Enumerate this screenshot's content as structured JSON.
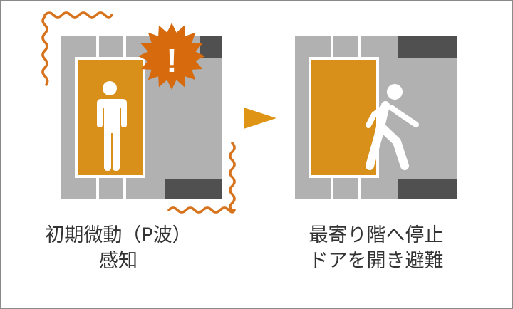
{
  "left_caption": {
    "line1": "初期微動（P波）",
    "line2": "感知"
  },
  "right_caption": {
    "line1": "最寄り階へ停止",
    "line2": "ドアを開き避難"
  },
  "alert_symbol": "!",
  "colors": {
    "gray": "#b1b1b1",
    "dark": "#505050",
    "car": "#d9901a",
    "alert": "#d66a0c",
    "wave": "#d6731c",
    "arrow": "#df9416"
  }
}
